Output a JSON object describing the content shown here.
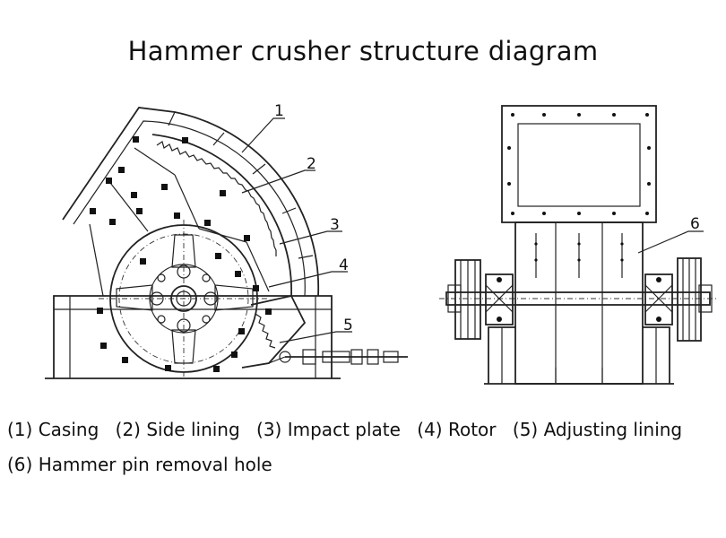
{
  "title": "Hammer crusher structure diagram",
  "callouts": [
    "1",
    "2",
    "3",
    "4",
    "5",
    "6"
  ],
  "legend": {
    "line1": [
      {
        "num": "(1)",
        "label": "Casing"
      },
      {
        "num": "(2)",
        "label": "Side lining"
      },
      {
        "num": "(3)",
        "label": "Impact plate"
      },
      {
        "num": "(4)",
        "label": "Rotor"
      },
      {
        "num": "(5)",
        "label": "Adjusting lining"
      }
    ],
    "line2": [
      {
        "num": "(6)",
        "label": "Hammer pin removal hole"
      }
    ]
  },
  "colors": {
    "line": "#222222",
    "background": "#ffffff"
  }
}
